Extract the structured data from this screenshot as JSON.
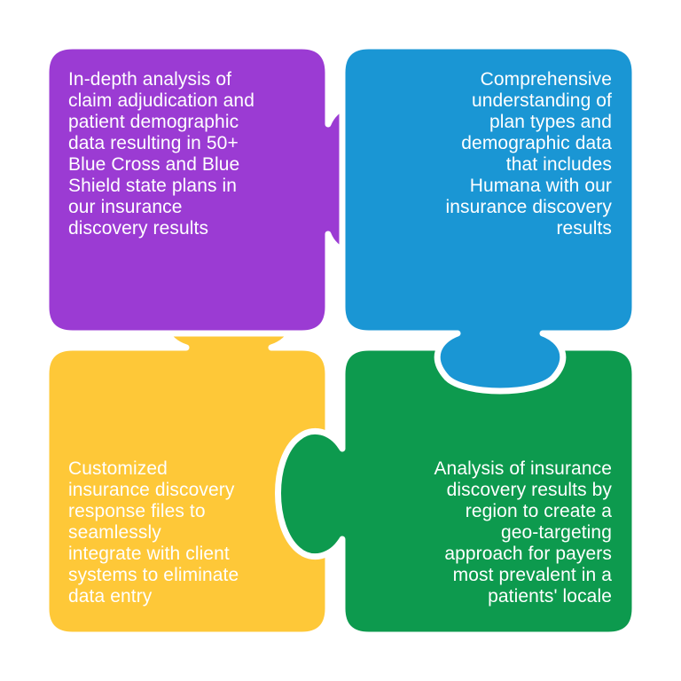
{
  "pieces": {
    "top_left": {
      "color": "#9b3bd3",
      "text": "In-depth analysis of\nclaim adjudication and\npatient demographic\ndata resulting in 50+\nBlue Cross and Blue\nShield state plans in\nour insurance\ndiscovery results"
    },
    "top_right": {
      "color": "#1a96d4",
      "text": "Comprehensive\nunderstanding of\nplan types and\ndemographic data\nthat includes\nHumana with our\ninsurance discovery\nresults"
    },
    "bottom_left": {
      "color": "#fec838",
      "text": "Customized\ninsurance discovery\nresponse files to\nseamlessly\nintegrate with client\nsystems to eliminate\ndata entry"
    },
    "bottom_right": {
      "color": "#0d9a4e",
      "text": "Analysis of insurance\ndiscovery results by\nregion to create a\ngeo-targeting\napproach for payers\nmost prevalent in a\npatients' locale"
    }
  }
}
